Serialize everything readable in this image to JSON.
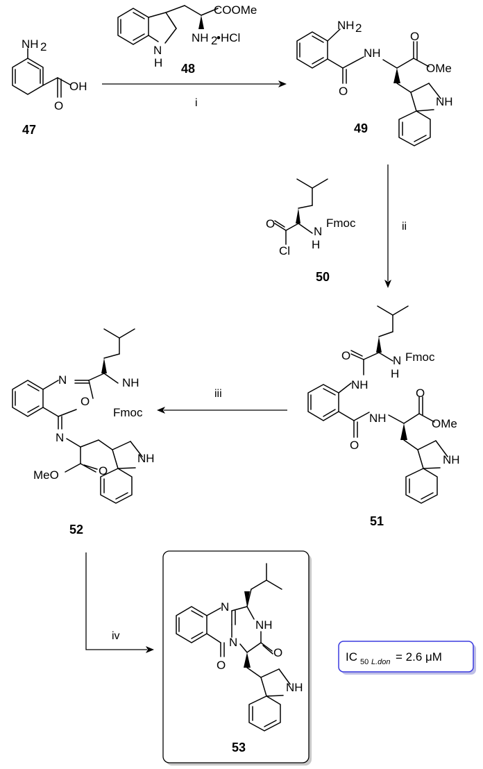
{
  "compounds": {
    "c47": "47",
    "c48": "48",
    "c49": "49",
    "c50": "50",
    "c51": "51",
    "c52": "52",
    "c53": "53"
  },
  "steps": {
    "i": "i",
    "ii": "ii",
    "iii": "iii",
    "iv": "iv"
  },
  "atoms": {
    "nh2": "NH",
    "oh": "OH",
    "o": "O",
    "nh": "NH",
    "n": "N",
    "h": "H",
    "cooMe": "COOMe",
    "nh2hcl": "NH",
    "hcl": "•HCl",
    "ome": "OMe",
    "fmoc": "Fmoc",
    "cl": "Cl",
    "meo": "MeO",
    "two": "2"
  },
  "ic50": {
    "prefix": "IC",
    "sub_num": "50",
    "sub_org": "L.don",
    "value": "= 2.6  μM"
  },
  "colors": {
    "ic50_border": "#3a3adf",
    "ic50_shadow": "#bfbfe6"
  }
}
